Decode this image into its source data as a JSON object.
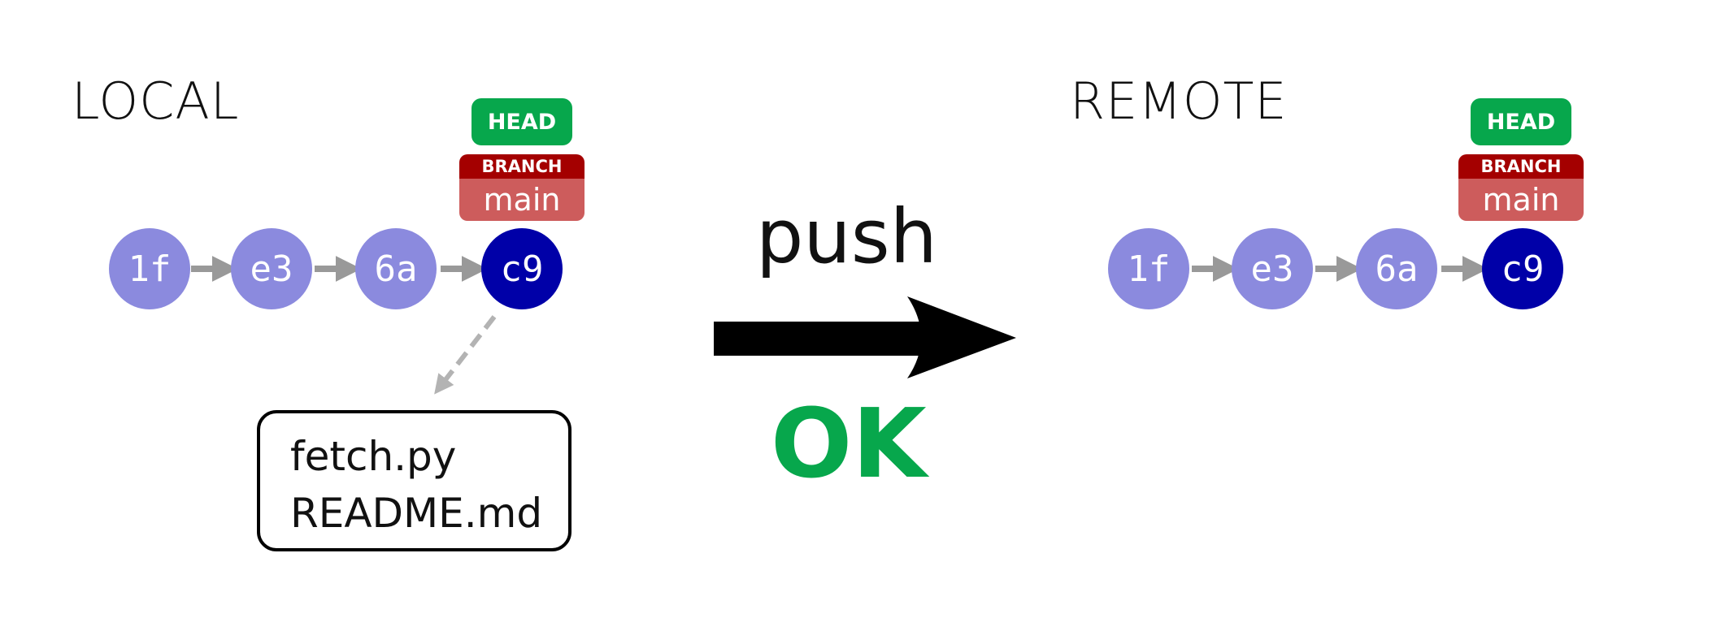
{
  "local": {
    "title": "LOCAL",
    "head_label": "HEAD",
    "branch_label": "BRANCH",
    "branch_name": "main",
    "commits": [
      {
        "id": "1f",
        "color": "#8b8ade"
      },
      {
        "id": "e3",
        "color": "#8b8ade"
      },
      {
        "id": "6a",
        "color": "#8b8ade"
      },
      {
        "id": "c9",
        "color": "#0000a8"
      }
    ],
    "files": [
      "fetch.py",
      "README.md"
    ]
  },
  "remote": {
    "title": "REMOTE",
    "head_label": "HEAD",
    "branch_label": "BRANCH",
    "branch_name": "main",
    "commits": [
      {
        "id": "1f",
        "color": "#8b8ade"
      },
      {
        "id": "e3",
        "color": "#8b8ade"
      },
      {
        "id": "6a",
        "color": "#8b8ade"
      },
      {
        "id": "c9",
        "color": "#0000a8"
      }
    ]
  },
  "action": {
    "label": "push",
    "status": "OK"
  },
  "colors": {
    "head": "#07a74c",
    "branch_top": "#a40000",
    "branch_bottom": "#cd5c5c",
    "commit_old": "#8b8ade",
    "commit_head": "#0000a8",
    "commit_arrow": "#999999",
    "status_ok": "#07a74c"
  }
}
